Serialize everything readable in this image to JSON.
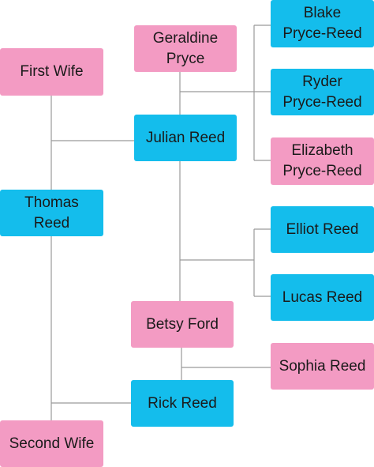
{
  "colors": {
    "female": "#f39bc3",
    "male": "#14bdec",
    "connector": "#9a9a9a"
  },
  "people": {
    "first_wife": "First Wife",
    "thomas_reed": "Thomas\nReed",
    "second_wife": "Second Wife",
    "geraldine_pryce": "Geraldine\nPryce",
    "julian_reed": "Julian Reed",
    "betsy_ford": "Betsy Ford",
    "rick_reed": "Rick Reed",
    "blake_pryce_reed": "Blake\nPryce-Reed",
    "ryder_pryce_reed": "Ryder\nPryce-Reed",
    "elizabeth_pryce_reed": "Elizabeth\nPryce-Reed",
    "elliot_reed": "Elliot Reed",
    "lucas_reed": "Lucas Reed",
    "sophia_reed": "Sophia Reed"
  }
}
